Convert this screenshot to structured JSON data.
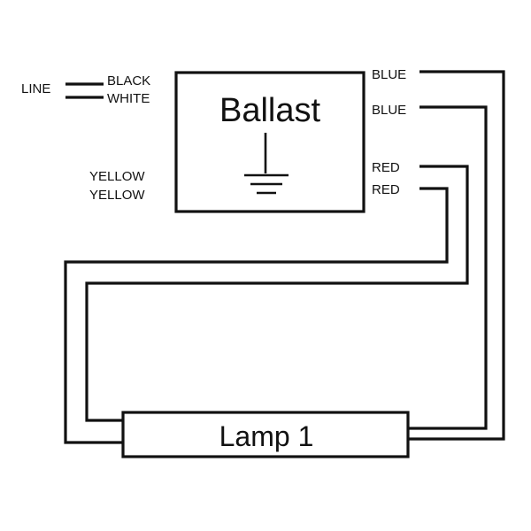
{
  "ballast": {
    "title": "Ballast"
  },
  "lamp": {
    "title": "Lamp 1"
  },
  "labels": {
    "line": "LINE",
    "black": "BLACK",
    "white": "WHITE",
    "yellow_1": "YELLOW",
    "yellow_2": "YELLOW",
    "blue_1": "BLUE",
    "blue_2": "BLUE",
    "red_1": "RED",
    "red_2": "RED"
  },
  "colors": {
    "stroke": "#111111",
    "background": "#ffffff"
  },
  "icons": {
    "ground": "ground-symbol-icon"
  }
}
